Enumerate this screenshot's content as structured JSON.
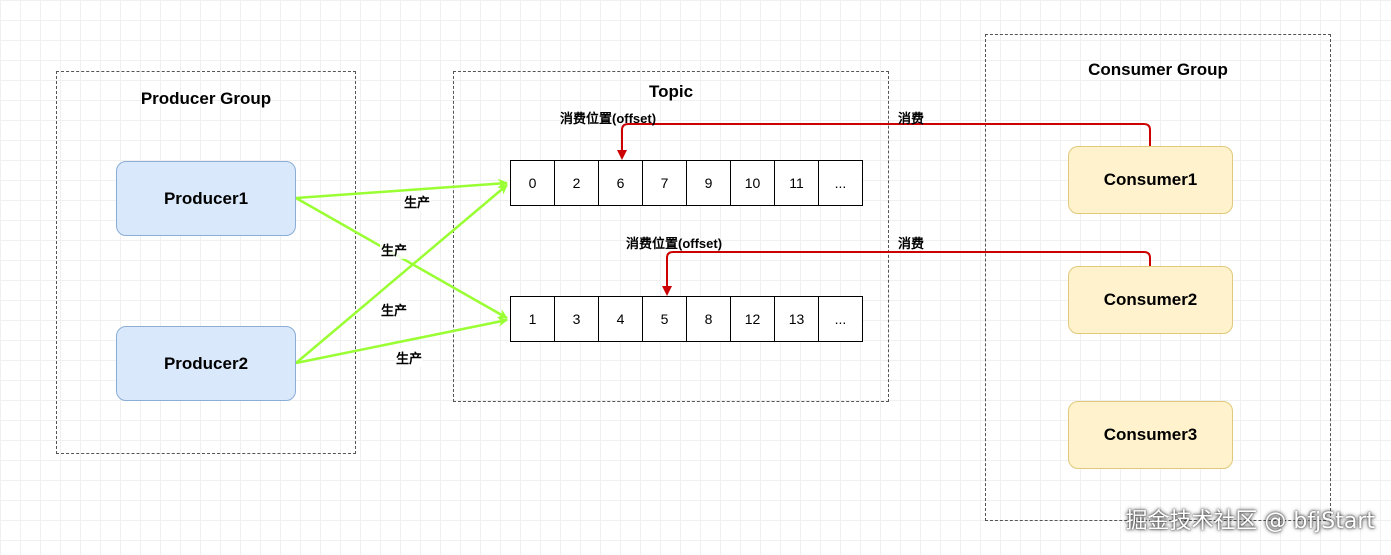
{
  "groups": {
    "producer_group": "Producer Group",
    "topic": "Topic",
    "consumer_group": "Consumer Group"
  },
  "producers": [
    "Producer1",
    "Producer2"
  ],
  "consumers": [
    "Consumer1",
    "Consumer2",
    "Consumer3"
  ],
  "queues": [
    [
      "0",
      "2",
      "6",
      "7",
      "9",
      "10",
      "11",
      "..."
    ],
    [
      "1",
      "3",
      "4",
      "5",
      "8",
      "12",
      "13",
      "..."
    ]
  ],
  "labels": {
    "produce": "生产",
    "consume": "消费",
    "offset": "消费位置(offset)"
  },
  "colors": {
    "produce_arrow": "#99ff33",
    "consume_arrow": "#cc0000",
    "producer_fill": "#dae8fc",
    "consumer_fill": "#fff2cc"
  },
  "watermark": "掘金技术社区 @ bfjStart"
}
